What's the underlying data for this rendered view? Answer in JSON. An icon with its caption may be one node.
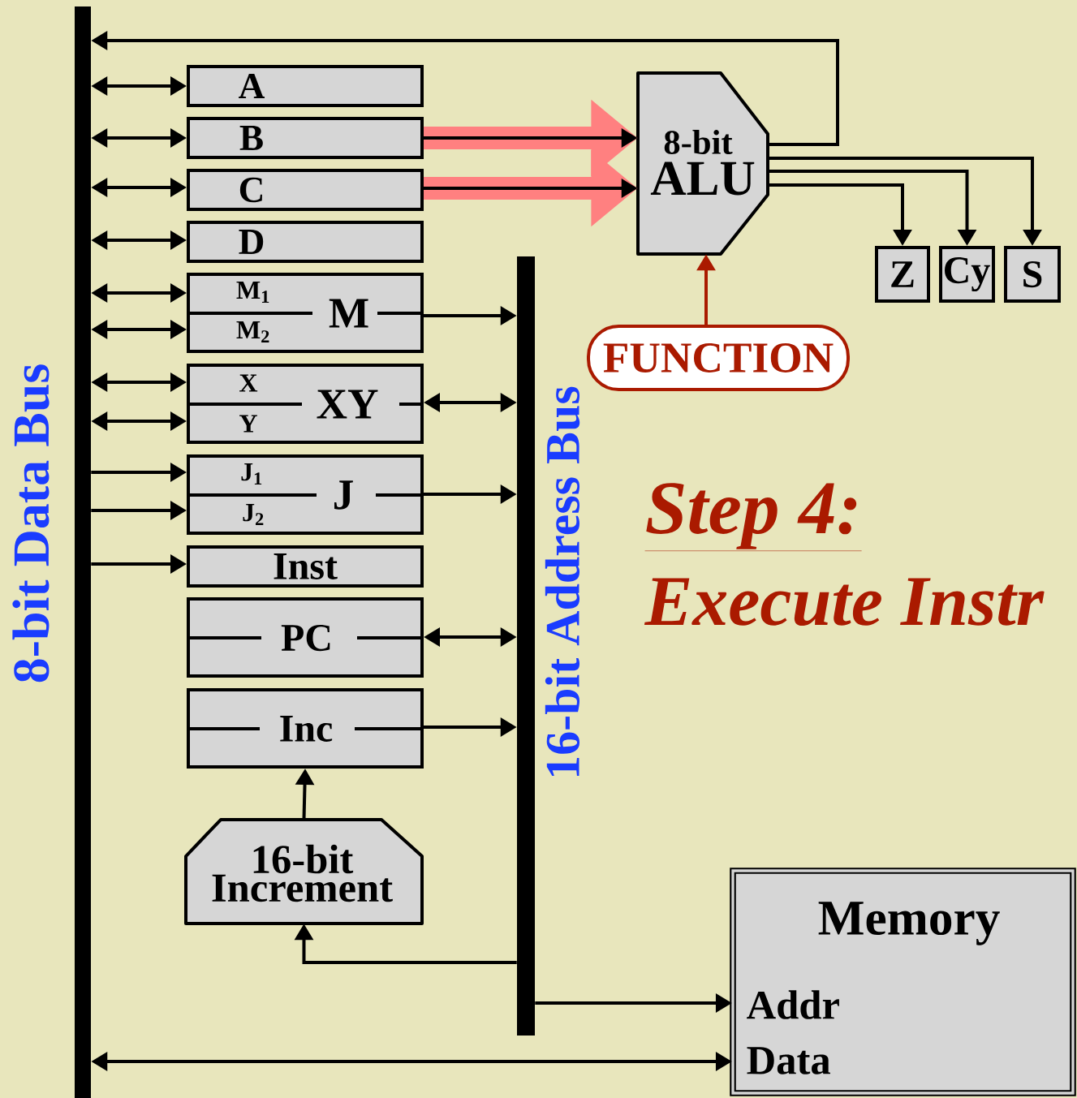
{
  "diagram": {
    "title": "Step 4:",
    "nodes": [
      {
        "text": [],
        "shape": "bar",
        "beside": [
          "8-bit Data Bus"
        ]
      },
      {
        "text": [
          "A"
        ]
      },
      {
        "text": [
          "B"
        ]
      },
      {
        "text": [
          "C"
        ]
      },
      {
        "text": [
          "D"
        ]
      },
      {
        "text": [
          "M$_{1}$",
          "M$_{2}$",
          "M"
        ]
      },
      {
        "text": [
          "X",
          "Y",
          "XY"
        ]
      },
      {
        "text": [
          "J$_{1}$",
          "J$_{2}$",
          "J"
        ]
      },
      {
        "text": [
          "Inst"
        ]
      },
      {
        "text": [
          "PC"
        ]
      },
      {
        "text": [
          "Inc"
        ]
      },
      {
        "text": [
          "16-bit Increment"
        ]
      },
      {
        "text": [],
        "shape": "bar",
        "beside": [
          "16-bit Address Bus"
        ]
      },
      {
        "text": [
          "8-bit",
          "ALU"
        ]
      },
      {
        "text": [
          "Z"
        ]
      },
      {
        "text": [
          "Cy"
        ]
      },
      {
        "text": [
          "S"
        ]
      },
      {
        "text": [
          "FUNCTION"
        ]
      },
      {
        "text": [
          "Memory",
          "Addr",
          "Data"
        ]
      }
    ],
    "edges": [
      {
        "from": 13,
        "to": 0,
        "arrow": "to"
      },
      {
        "from": 0,
        "to": 1,
        "arrow": "both"
      },
      {
        "from": 0,
        "to": 2,
        "arrow": "both"
      },
      {
        "from": 0,
        "to": 3,
        "arrow": "both"
      },
      {
        "from": 0,
        "to": 4,
        "arrow": "both"
      },
      {
        "from": 0,
        "to": 5,
        "arrow": "both"
      },
      {
        "from": 0,
        "to": 5,
        "arrow": "both"
      },
      {
        "from": 0,
        "to": 6,
        "arrow": "both"
      },
      {
        "from": 0,
        "to": 6,
        "arrow": "both"
      },
      {
        "from": 0,
        "to": 7,
        "arrow": "to"
      },
      {
        "from": 0,
        "to": 7,
        "arrow": "to"
      },
      {
        "from": 0,
        "to": 8,
        "arrow": "to"
      },
      {
        "from": 2,
        "to": 13,
        "arrow": "to",
        "style": "thick",
        "color": "#ff8080"
      },
      {
        "from": 3,
        "to": 13,
        "arrow": "to",
        "style": "thick",
        "color": "#ff8080"
      },
      {
        "from": 13,
        "to": 14,
        "arrow": "to"
      },
      {
        "from": 13,
        "to": 15,
        "arrow": "to"
      },
      {
        "from": 13,
        "to": 16,
        "arrow": "to"
      },
      {
        "from": 17,
        "to": 13,
        "arrow": "to",
        "color": "#aa1a00"
      },
      {
        "from": 5,
        "to": 12,
        "arrow": "to"
      },
      {
        "from": 6,
        "to": 12,
        "arrow": "both"
      },
      {
        "from": 7,
        "to": 12,
        "arrow": "to"
      },
      {
        "from": 9,
        "to": 12,
        "arrow": "both"
      },
      {
        "from": 10,
        "to": 12,
        "arrow": "to"
      },
      {
        "from": 11,
        "to": 10,
        "arrow": "to"
      },
      {
        "from": 12,
        "to": 11,
        "arrow": "to"
      },
      {
        "from": 12,
        "to": 18,
        "arrow": "to"
      },
      {
        "from": 0,
        "to": 18,
        "arrow": "both"
      }
    ],
    "labels": [
      "Execute Instr"
    ]
  }
}
